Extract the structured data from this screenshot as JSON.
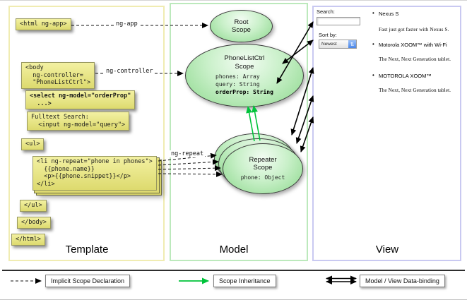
{
  "colors": {
    "code_box_bg": "#e9e67d",
    "scope_fill": "#8cd88c",
    "inheritance_arrow": "#00c33a",
    "template_border": "#f0ecb2",
    "model_border": "#bce9bc",
    "view_border": "#c9c9f1",
    "dropdown_button": "#4a86e8"
  },
  "columns": {
    "template_label": "Template",
    "model_label": "Model",
    "view_label": "View"
  },
  "code": {
    "html_open": "<html ng-app>",
    "body_open": "<body\n  ng-controller=\n  \"PhoneListCtrl\">",
    "select_code": "<select ng-model=\"orderProp\"\n  ...>",
    "fulltext_code": "Fulltext Search:\n  <input ng-model=\"query\">",
    "ul_open": "<ul>",
    "li_repeat": "<li ng-repeat=\"phone in phones\">\n  {{phone.name}}\n  <p>{{phone.snippet}}</p>\n</li>",
    "ul_close": "</ul>",
    "body_close": "</body>",
    "html_close": "</html>"
  },
  "arrow_labels": {
    "ng_app": "ng-app",
    "ng_controller": "ng-controller",
    "ng_repeat": "ng-repeat"
  },
  "scopes": {
    "root": {
      "title": "Root\nScope"
    },
    "phonelist": {
      "title": "PhoneListCtrl\nScope",
      "prop_phones": "phones: Array",
      "prop_query": "query: String",
      "prop_orderprop": "orderProp: String"
    },
    "repeater": {
      "title": "Repeater\nScope",
      "prop_phone": "phone: Object"
    }
  },
  "view": {
    "search_label": "Search:",
    "sort_label": "Sort by:",
    "sort_value": "Newest",
    "items": [
      {
        "title": "Nexus S",
        "desc": "Fast just got faster with Nexus S."
      },
      {
        "title": "Motorola XOOM™ with Wi-Fi",
        "desc": "The Next, Next Generation tablet."
      },
      {
        "title": "MOTOROLA XOOM™",
        "desc": "The Next, Next Generation tablet."
      }
    ]
  },
  "legend": {
    "implicit": "Implicit Scope Declaration",
    "inheritance": "Scope Inheritance",
    "binding": "Model / View Data-binding"
  }
}
